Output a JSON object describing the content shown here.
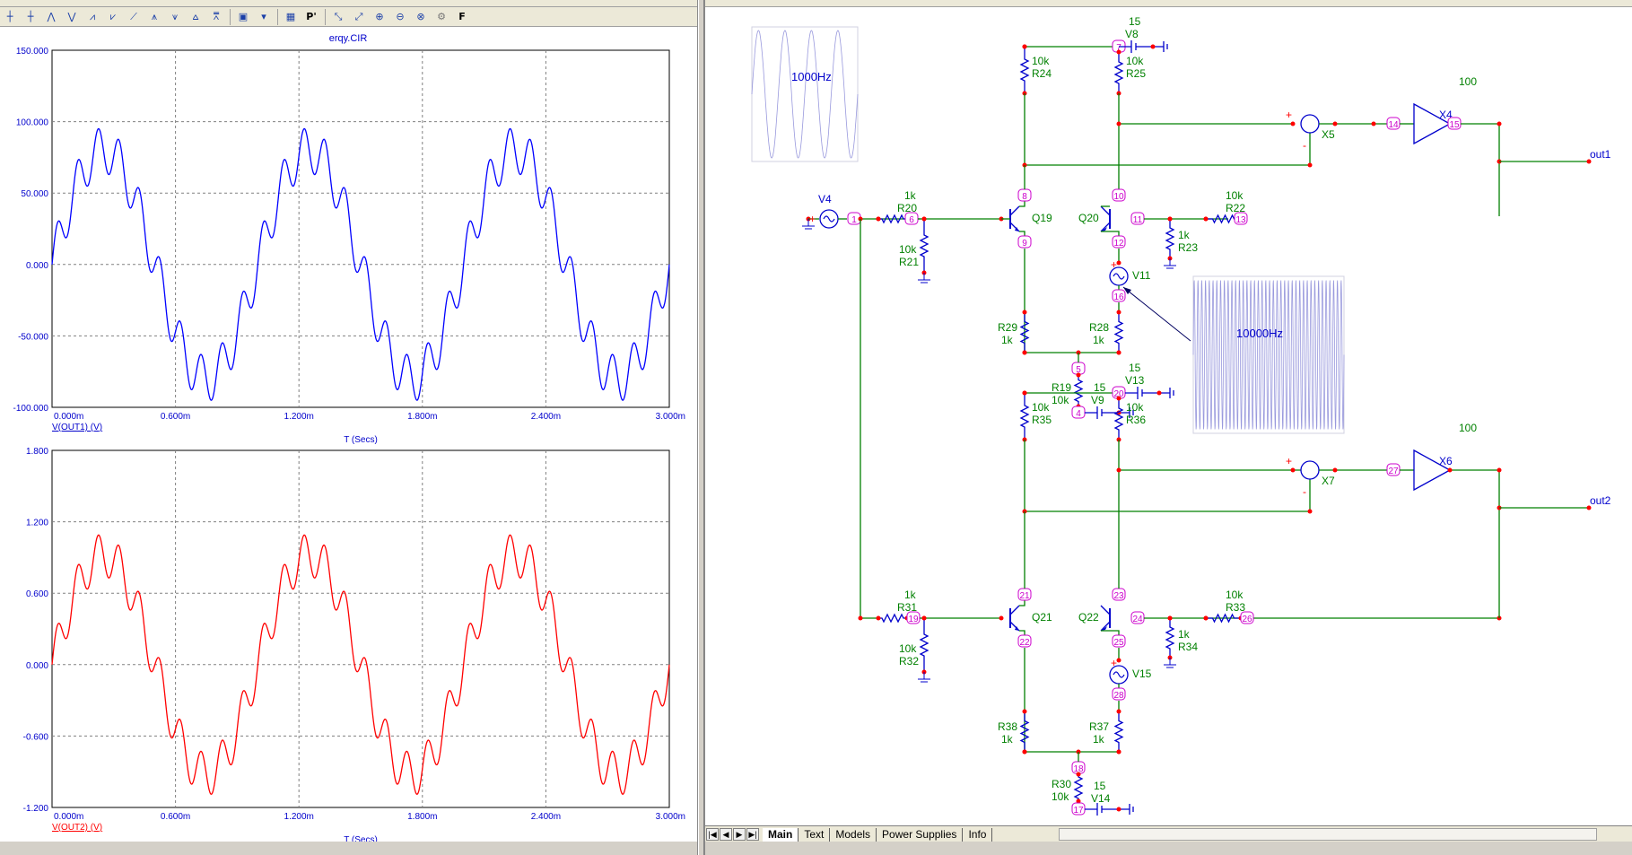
{
  "probe": {
    "file_title": "erqy.CIR",
    "chart_data": [
      {
        "type": "line",
        "name_label": "V(OUT1) (V)",
        "xlabel": "T (Secs)",
        "xlim": [
          0,
          0.003
        ],
        "ylim": [
          -100,
          150
        ],
        "x_ticks": [
          "0.000m",
          "0.600m",
          "1.200m",
          "1.800m",
          "2.400m",
          "3.000m"
        ],
        "y_ticks": [
          "150.000",
          "100.000",
          "50.000",
          "0.000",
          "-50.000",
          "-100.000"
        ],
        "grid": true,
        "series": [
          {
            "color": "#0000ff",
            "formula": "80*sin(2*pi*1000*t)+16*sin(2*pi*10000*t)",
            "x_range": [
              0,
              0.003
            ]
          }
        ]
      },
      {
        "type": "line",
        "name_label": "V(OUT2) (V)",
        "xlabel": "T (Secs)",
        "xlim": [
          0,
          0.003
        ],
        "ylim": [
          -1.2,
          1.8
        ],
        "x_ticks": [
          "0.000m",
          "0.600m",
          "1.200m",
          "1.800m",
          "2.400m",
          "3.000m"
        ],
        "y_ticks": [
          "1.800",
          "1.200",
          "0.600",
          "0.000",
          "-0.600",
          "-1.200"
        ],
        "grid": true,
        "series": [
          {
            "color": "#ff0000",
            "formula": "0.92*sin(2*pi*1000*t)+0.18*sin(2*pi*10000*t)",
            "x_range": [
              0,
              0.003
            ]
          }
        ]
      }
    ]
  },
  "schematic": {
    "tabs": [
      "Main",
      "Text",
      "Models",
      "Power Supplies",
      "Info"
    ],
    "active_tab": "Main",
    "insets": [
      {
        "label": "1000Hz",
        "cycles": 4
      },
      {
        "label": "10000Hz",
        "cycles": 40
      }
    ],
    "labels": {
      "v4": "V4",
      "r20": "R20",
      "r20v": "1k",
      "r21": "R21",
      "r21v": "10k",
      "q19": "Q19",
      "q20": "Q20",
      "r24": "R24",
      "r24v": "10k",
      "r25": "R25",
      "r25v": "10k",
      "v8": "V8",
      "v8v": "15",
      "r22": "R22",
      "r22v": "10k",
      "r23": "R23",
      "r23v": "1k",
      "v11": "V11",
      "r29": "R29",
      "r29v": "1k",
      "r28": "R28",
      "r28v": "1k",
      "r19": "R19",
      "r19v": "10k",
      "v9": "V9",
      "v9v": "15",
      "x5": "X5",
      "x4": "X4",
      "gain1": "100",
      "out1": "out1",
      "r31": "R31",
      "r31v": "1k",
      "r32": "R32",
      "r32v": "10k",
      "q21": "Q21",
      "q22": "Q22",
      "r35": "R35",
      "r35v": "10k",
      "r36": "R36",
      "r36v": "10k",
      "v13": "V13",
      "v13v": "15",
      "r33": "R33",
      "r33v": "10k",
      "r34": "R34",
      "r34v": "1k",
      "v15": "V15",
      "r38": "R38",
      "r38v": "1k",
      "r37": "R37",
      "r37v": "1k",
      "r30": "R30",
      "r30v": "10k",
      "v14": "V14",
      "v14v": "15",
      "x7": "X7",
      "x6": "X6",
      "gain2": "100",
      "out2": "out2"
    },
    "nodes": [
      "1",
      "6",
      "7",
      "8",
      "9",
      "10",
      "11",
      "12",
      "13",
      "14",
      "15",
      "16",
      "5",
      "4",
      "19",
      "20",
      "21",
      "22",
      "23",
      "24",
      "25",
      "26",
      "27",
      "28",
      "18",
      "17"
    ]
  }
}
